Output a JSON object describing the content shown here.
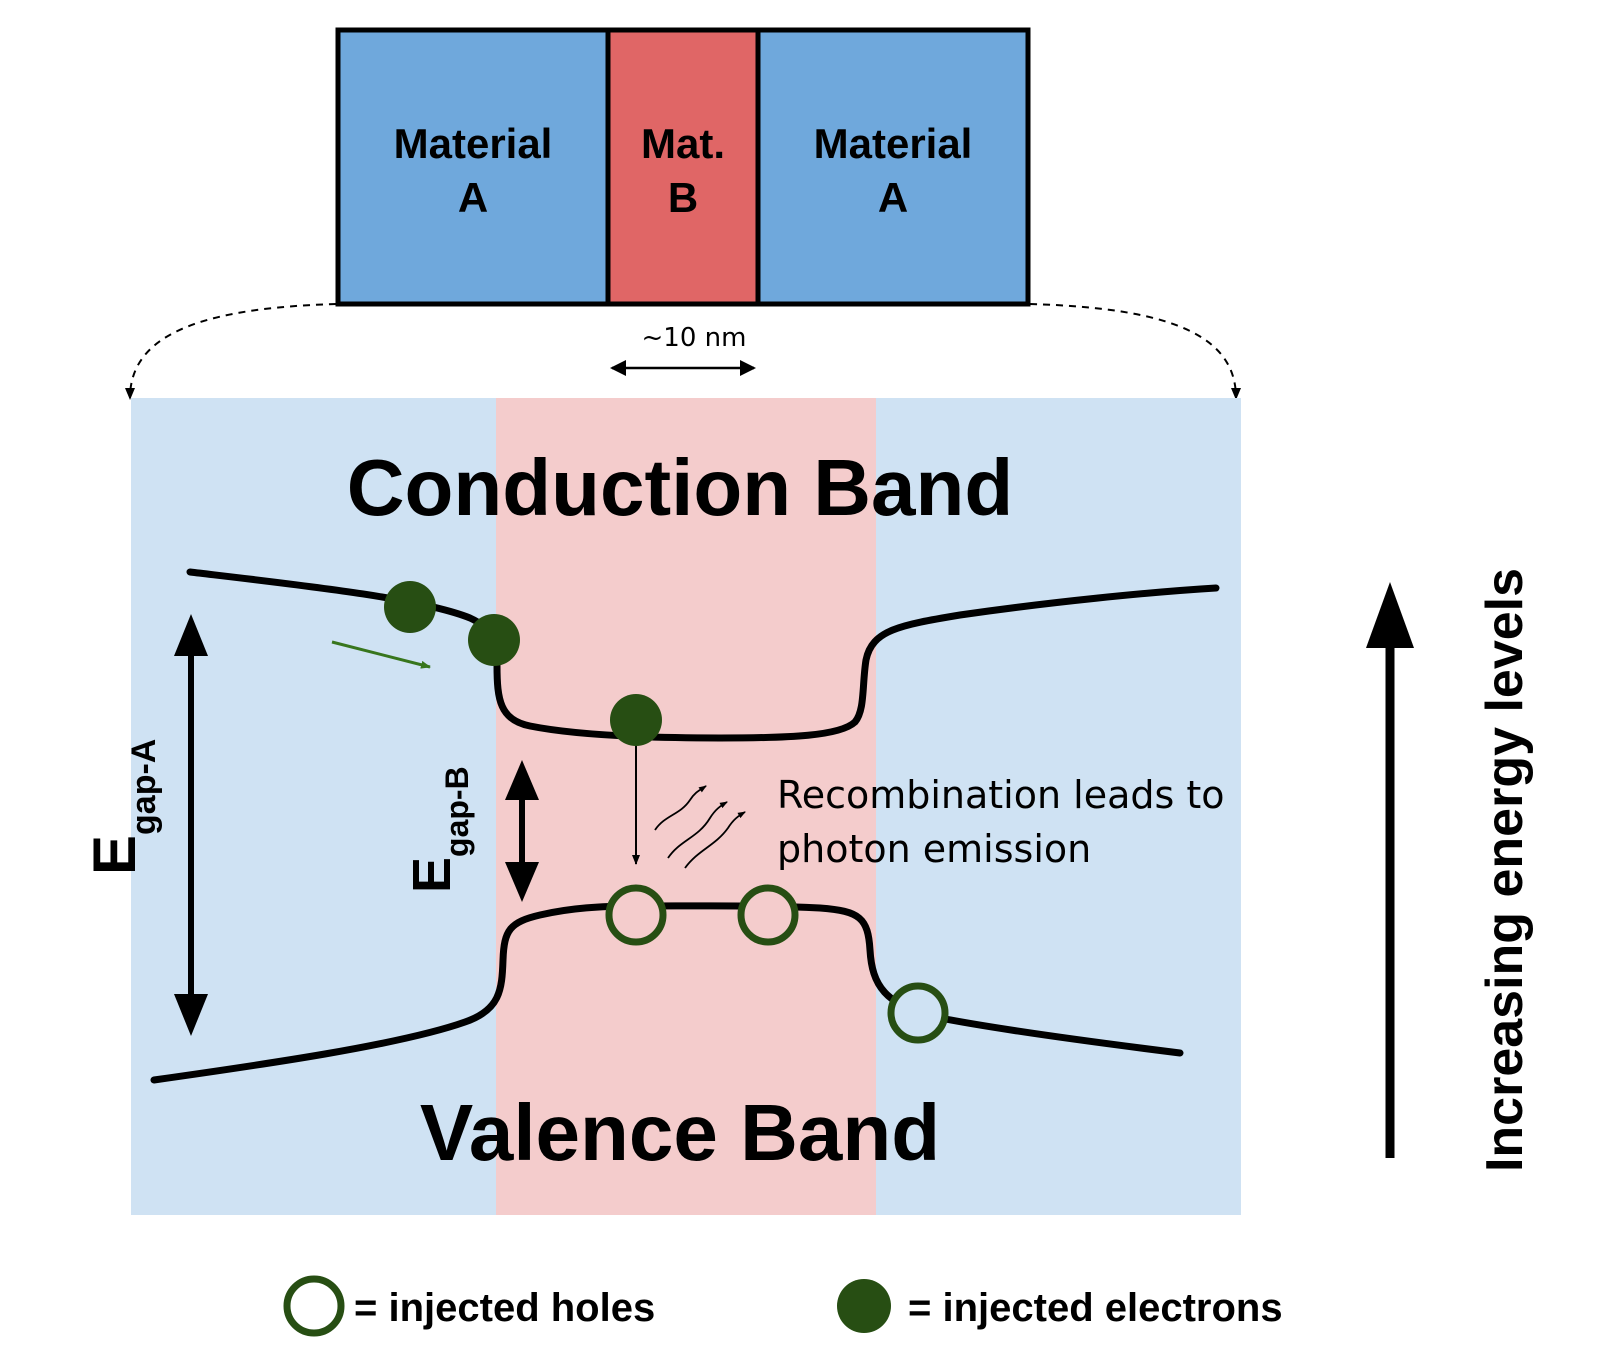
{
  "stack": {
    "left_label_line1": "Material",
    "left_label_line2": "A",
    "middle_label_line1": "Mat.",
    "middle_label_line2": "B",
    "right_label_line1": "Material",
    "right_label_line2": "A",
    "width_label": "~10 nm"
  },
  "bands": {
    "conduction_label": "Conduction Band",
    "valence_label": "Valence Band"
  },
  "gaps": {
    "gap_a_symbol": "E",
    "gap_a_subscript": "gap-A",
    "gap_b_symbol": "E",
    "gap_b_subscript": "gap-B"
  },
  "annotation": {
    "line1": "Recombination leads to",
    "line2": "photon emission"
  },
  "axis": {
    "label": "Increasing energy levels"
  },
  "legend": {
    "holes_label": "= injected holes",
    "electrons_label": "= injected electrons"
  },
  "colors": {
    "material_a": "#6fa8dc",
    "material_b": "#e06666",
    "region_a_bg": "#cfe2f3",
    "region_b_bg": "#f4cccc",
    "carrier_green": "#274e13",
    "arrow_green": "#38761d"
  }
}
